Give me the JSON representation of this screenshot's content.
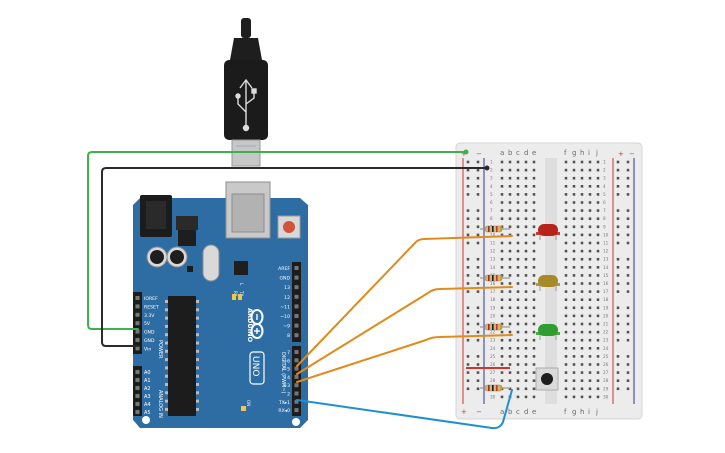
{
  "arduino": {
    "brand": "ARDUINO",
    "model": "UNO",
    "digital_header_label": "DIGITAL (PWM~)",
    "power_header_label": "POWER",
    "analog_header_label": "ANALOG IN",
    "on_label": "ON",
    "tx_label": "TX",
    "rx_label": "RX",
    "led_l_label": "L",
    "power_pins": [
      "IOREF",
      "RESET",
      "3.3V",
      "5V",
      "GND",
      "GND",
      "Vin"
    ],
    "analog_pins": [
      "A0",
      "A1",
      "A2",
      "A3",
      "A4",
      "A5"
    ],
    "digital_pins_top": [
      "AREF",
      "GND",
      "13",
      "12",
      "~11",
      "~10",
      "~9",
      "8"
    ],
    "digital_pins_bottom": [
      "7",
      "~6",
      "~5",
      "4",
      "~3",
      "2",
      "TX▸1",
      "RX◂0"
    ]
  },
  "breadboard": {
    "col_left": [
      "a",
      "b",
      "c",
      "d",
      "e"
    ],
    "col_right": [
      "f",
      "g",
      "h",
      "i",
      "j"
    ],
    "rail_plus": "+",
    "rail_minus": "−",
    "rows": [
      "1",
      "2",
      "3",
      "4",
      "5",
      "6",
      "7",
      "8",
      "9",
      "10",
      "11",
      "12",
      "13",
      "14",
      "15",
      "16",
      "17",
      "18",
      "19",
      "20",
      "21",
      "22",
      "23",
      "24",
      "25",
      "26",
      "27",
      "28",
      "29",
      "30"
    ]
  },
  "colors": {
    "board": "#2e6da4",
    "board_dark": "#1d4f7a",
    "breadboard": "#ececec",
    "wire_green": "#3cb34a",
    "wire_black": "#2a2a2a",
    "wire_orange": "#e08a1e",
    "wire_blue": "#1f8fd0",
    "rail_red": "#d0342c",
    "led_red": "#b8221a",
    "led_yellow": "#a8892a",
    "led_green": "#2f9e2f"
  }
}
